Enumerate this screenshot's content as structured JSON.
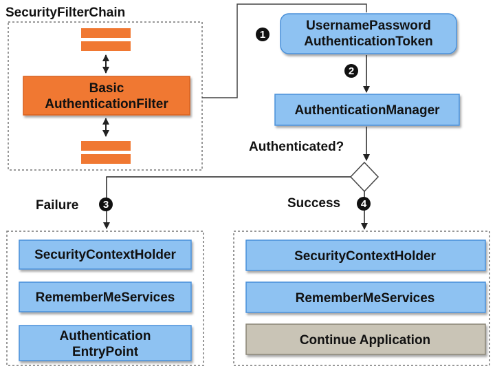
{
  "colors": {
    "blue_fill": "#8ec2f2",
    "blue_stroke": "#4a90d9",
    "orange_fill": "#f07832",
    "gray_fill": "#c9c4b6",
    "gray_stroke": "#8a8576",
    "line": "#222222",
    "dash": "#777777"
  },
  "chain": {
    "title": "SecurityFilterChain",
    "filter": {
      "line1": "Basic",
      "line2": "AuthenticationFilter"
    }
  },
  "token": {
    "line1": "UsernamePassword",
    "line2": "AuthenticationToken"
  },
  "manager": {
    "label": "AuthenticationManager"
  },
  "decision": {
    "label": "Authenticated?"
  },
  "steps": {
    "one": "1",
    "two": "2",
    "three": "3",
    "four": "4"
  },
  "failure": {
    "label": "Failure",
    "holder": "SecurityContextHolder",
    "remember": "RememberMeServices",
    "entry": {
      "line1": "Authentication",
      "line2": "EntryPoint"
    }
  },
  "success": {
    "label": "Success",
    "holder": "SecurityContextHolder",
    "remember": "RememberMeServices",
    "continue": "Continue Application"
  }
}
